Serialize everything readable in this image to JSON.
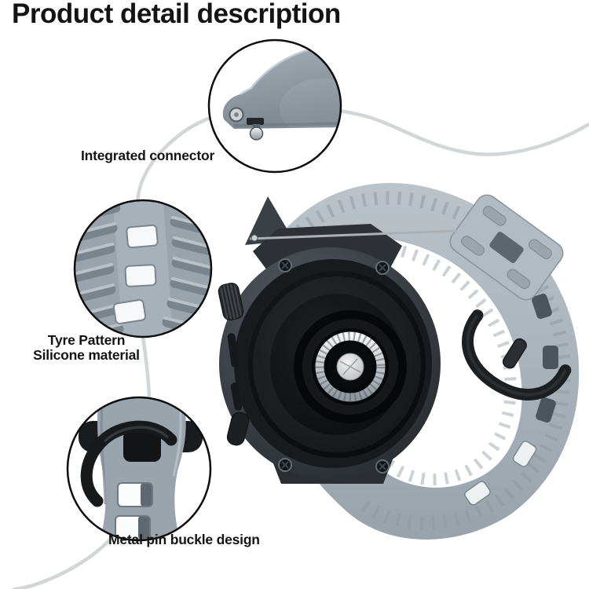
{
  "page": {
    "title": "Product detail description"
  },
  "callouts": {
    "connector": {
      "label": "Integrated connector"
    },
    "tyre": {
      "label_line1": "Tyre Pattern",
      "label_line2": "Silicone material"
    },
    "buckle": {
      "label": "Metal pin buckle design"
    }
  },
  "product_parts": {
    "connector_detail": "integrated-connector-closeup",
    "tyre_detail": "tyre-pattern-strap-closeup",
    "buckle_detail": "metal-pin-buckle-closeup",
    "watch": "smartwatch-back-with-sensor",
    "strap": "gray-silicone-watch-strap"
  },
  "colors": {
    "strap_gray": "#a9b3bb",
    "detail_gray": "#9aa4ad",
    "watch_black": "#0b0c0e",
    "case_gray": "#33383d",
    "buckle_black": "#1c1f21",
    "line_gray": "#d3d6d8",
    "text_black": "#141414",
    "background": "#ffffff"
  }
}
